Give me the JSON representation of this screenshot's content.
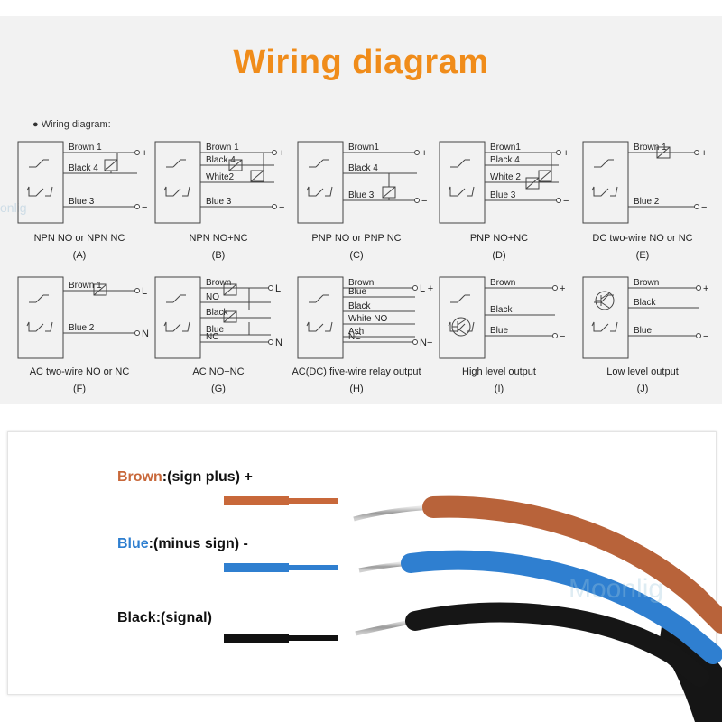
{
  "title": "Wiring diagram",
  "subtitle": "● Wiring diagram:",
  "diagrams": [
    {
      "id": "A",
      "caption": "NPN NO or NPN NC",
      "letter": "(A)",
      "wires": [
        "Brown 1",
        "Black 4",
        "Blue 3"
      ],
      "terminals": [
        "+",
        "−"
      ]
    },
    {
      "id": "B",
      "caption": "NPN NO+NC",
      "letter": "(B)",
      "wires": [
        "Brown 1",
        "Black 4",
        "White2",
        "Blue 3"
      ],
      "terminals": [
        "+",
        "−"
      ]
    },
    {
      "id": "C",
      "caption": "PNP NO or PNP NC",
      "letter": "(C)",
      "wires": [
        "Brown1",
        "Black 4",
        "Blue 3"
      ],
      "terminals": [
        "+",
        "−"
      ]
    },
    {
      "id": "D",
      "caption": "PNP NO+NC",
      "letter": "(D)",
      "wires": [
        "Brown1",
        "Black 4",
        "White 2",
        "Blue 3"
      ],
      "terminals": [
        "+",
        "−"
      ]
    },
    {
      "id": "E",
      "caption": "DC two-wire NO or NC",
      "letter": "(E)",
      "wires": [
        "Brown 1",
        "Blue 2"
      ],
      "terminals": [
        "+",
        "−"
      ]
    },
    {
      "id": "F",
      "caption": "AC two-wire NO or NC",
      "letter": "(F)",
      "wires": [
        "Brown 1",
        "Blue 2"
      ],
      "terminals": [
        "L",
        "N"
      ]
    },
    {
      "id": "G",
      "caption": "AC NO+NC",
      "letter": "(G)",
      "wires": [
        "Brown",
        "NO",
        "Black",
        "Blue",
        "NC"
      ],
      "terminals": [
        "L",
        "N"
      ]
    },
    {
      "id": "H",
      "caption": "AC(DC) five-wire relay output",
      "letter": "(H)",
      "wires": [
        "Brown",
        "Blue",
        "Black",
        "White NO",
        "Ash",
        "NC"
      ],
      "terminals": [
        "L +",
        "N−"
      ]
    },
    {
      "id": "I",
      "caption": "High level output",
      "letter": "(I)",
      "wires": [
        "Brown",
        "Black",
        "Blue"
      ],
      "terminals": [
        "+",
        "−"
      ]
    },
    {
      "id": "J",
      "caption": "Low level output",
      "letter": "(J)",
      "wires": [
        "Brown",
        "Black",
        "Blue"
      ],
      "terminals": [
        "+",
        "−"
      ]
    }
  ],
  "cable_legend": [
    {
      "color_name": "Brown",
      "desc": ":(sign plus) +",
      "color": "#c8683a"
    },
    {
      "color_name": "Blue",
      "desc": ":(minus sign) -",
      "color": "#2f7fd0"
    },
    {
      "color_name": "Black",
      "desc": ":(signal)",
      "color": "#111111"
    }
  ],
  "watermark": "Moonlig",
  "watermark_top": "onlig"
}
